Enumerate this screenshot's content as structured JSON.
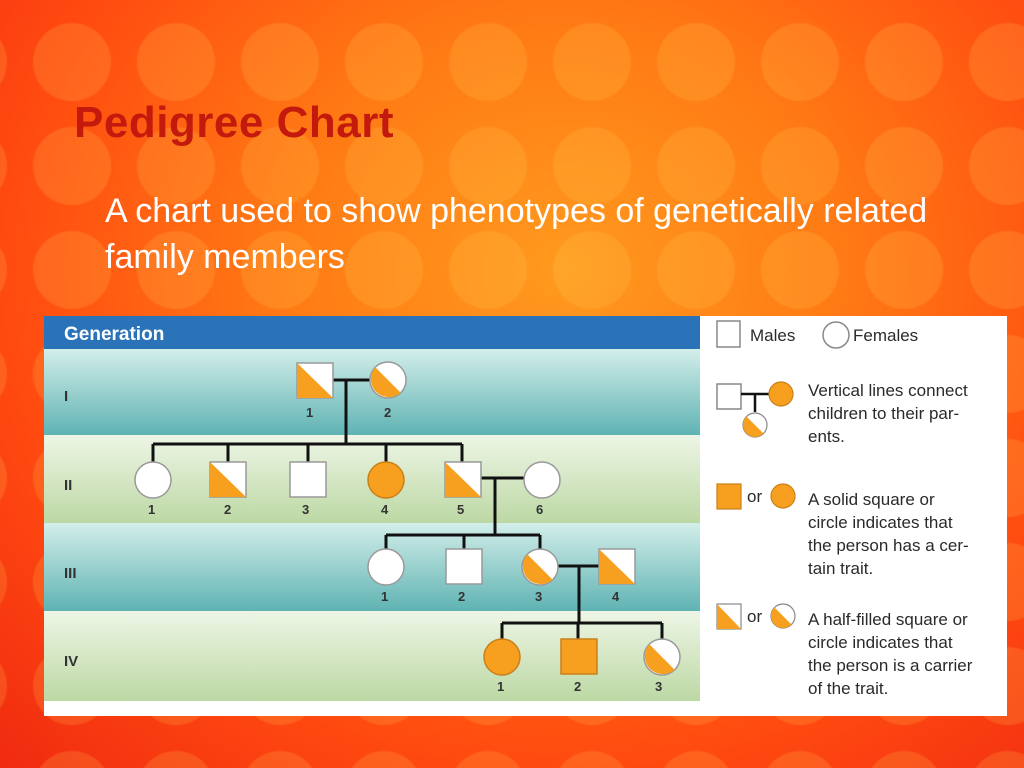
{
  "slide": {
    "title": "Pedigree Chart",
    "subtitle": "A chart used to show phenotypes of genetically related family members"
  },
  "figure": {
    "header": "Generation",
    "generations": [
      "I",
      "II",
      "III",
      "IV"
    ],
    "individuals": {
      "I": [
        {
          "num": "1",
          "sex": "male",
          "status": "carrier"
        },
        {
          "num": "2",
          "sex": "female",
          "status": "carrier"
        }
      ],
      "II": [
        {
          "num": "1",
          "sex": "female",
          "status": "unaffected"
        },
        {
          "num": "2",
          "sex": "male",
          "status": "carrier"
        },
        {
          "num": "3",
          "sex": "male",
          "status": "unaffected"
        },
        {
          "num": "4",
          "sex": "female",
          "status": "affected"
        },
        {
          "num": "5",
          "sex": "male",
          "status": "carrier"
        },
        {
          "num": "6",
          "sex": "female",
          "status": "unaffected"
        }
      ],
      "III": [
        {
          "num": "1",
          "sex": "female",
          "status": "unaffected"
        },
        {
          "num": "2",
          "sex": "male",
          "status": "unaffected"
        },
        {
          "num": "3",
          "sex": "female",
          "status": "carrier"
        },
        {
          "num": "4",
          "sex": "male",
          "status": "carrier"
        }
      ],
      "IV": [
        {
          "num": "1",
          "sex": "female",
          "status": "affected"
        },
        {
          "num": "2",
          "sex": "male",
          "status": "affected"
        },
        {
          "num": "3",
          "sex": "female",
          "status": "carrier"
        }
      ]
    },
    "legend": {
      "males": "Males",
      "females": "Females",
      "lines": [
        "Vertical lines connect",
        "children to their par-",
        "ents."
      ],
      "or1": "or",
      "solid": [
        "A solid square or",
        "circle indicates that",
        "the person has a cer-",
        "tain trait."
      ],
      "or2": "or",
      "half": [
        "A half-filled square or",
        "circle indicates that",
        "the person is a carrier",
        "of the trait."
      ]
    }
  },
  "colors": {
    "trait": "#f7a01f",
    "header_band": "#2a73b8",
    "band_teal": "#7ec6c4",
    "band_green": "#c9e1b5"
  }
}
